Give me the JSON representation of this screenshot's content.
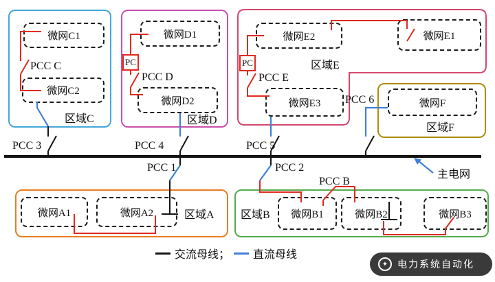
{
  "regions": {
    "a": {
      "label": "区域A",
      "microgrids": {
        "a1": "微网A1",
        "a2": "微网A2"
      }
    },
    "b": {
      "label": "区域B",
      "pcc": "PCC B",
      "microgrids": {
        "b1": "微网B1",
        "b2": "微网B2",
        "b3": "微网B3"
      }
    },
    "c": {
      "label": "区域C",
      "pcc": "PCC C",
      "microgrids": {
        "c1": "微网C1",
        "c2": "微网C2"
      }
    },
    "d": {
      "label": "区域D",
      "pcc": "PCC D",
      "pc": "PC",
      "microgrids": {
        "d1": "微网D1",
        "d2": "微网D2"
      }
    },
    "e": {
      "label": "区域E",
      "pcc": "PCC E",
      "pc": "PC",
      "microgrids": {
        "e1": "微网E1",
        "e2": "微网E2",
        "e3": "微网E3"
      }
    },
    "f": {
      "label": "区域F",
      "microgrids": {
        "f": "微网F"
      }
    }
  },
  "bus": {
    "pcc1": "PCC 1",
    "pcc2": "PCC 2",
    "pcc3": "PCC 3",
    "pcc4": "PCC 4",
    "pcc5": "PCC 5",
    "pcc6": "PCC 6",
    "main_grid": "主电网"
  },
  "legend": {
    "ac": "交流母线；",
    "dc": "直流母线"
  },
  "watermark": {
    "text": "电力系统自动化"
  },
  "colors": {
    "ac_bus": "#141414",
    "dc_bus": "#3f7fd6",
    "tie_line": "#e02a1f",
    "region_a": "#e97c1f",
    "region_b": "#53ad4c",
    "region_c": "#45a7d8",
    "region_d": "#c94fae",
    "region_e": "#d4476e",
    "region_f": "#ad8b0a"
  }
}
